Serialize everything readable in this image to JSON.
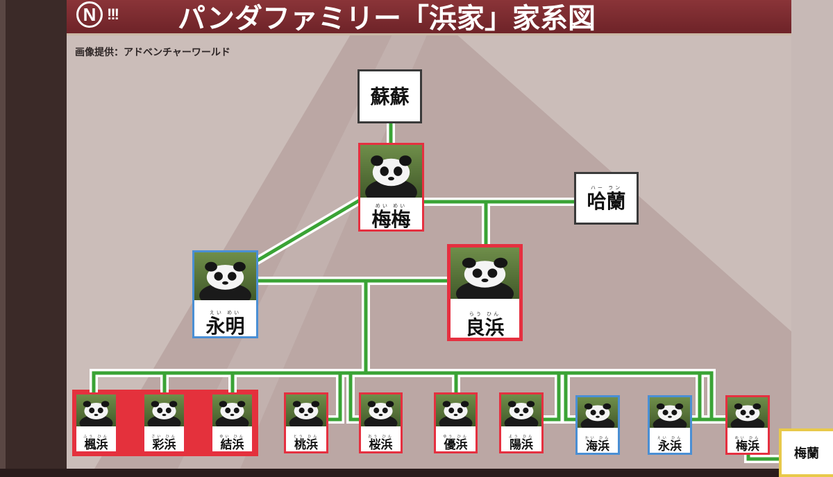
{
  "header": {
    "logo_letter": "N",
    "logo_marks": "!!!",
    "title": "パンダファミリー「浜家」家系図",
    "credit": "画像提供：アドベンチャーワールド"
  },
  "colors": {
    "title_bar": "#7a2a2f",
    "line_green": "#3aa335",
    "line_white": "#ffffff",
    "female_border": "#e53040",
    "male_border": "#4a8fd4",
    "sibling_highlight": "#e4313c",
    "partner_border": "#e8c94a"
  },
  "tree": {
    "sosu": {
      "name": "蘇蘇",
      "ruby": "",
      "style": "plain"
    },
    "meimei": {
      "name": "梅梅",
      "ruby": "めい めい",
      "style": "red",
      "photo_icon": "panda-photo"
    },
    "haran": {
      "name": "哈蘭",
      "ruby": "ハー ラン",
      "style": "plain"
    },
    "eimei": {
      "name": "永明",
      "ruby": "えい めい",
      "style": "blue",
      "photo_icon": "panda-photo"
    },
    "rauhin": {
      "name": "良浜",
      "ruby": "らう ひん",
      "style": "red",
      "photo_icon": "panda-photo"
    },
    "children": [
      {
        "name": "楓浜",
        "ruby": "ふう ひん",
        "style": "red"
      },
      {
        "name": "彩浜",
        "ruby": "さい ひん",
        "style": "red"
      },
      {
        "name": "結浜",
        "ruby": "ゆい ひん",
        "style": "red"
      },
      {
        "name": "桃浜",
        "ruby": "とう ひん",
        "style": "red"
      },
      {
        "name": "桜浜",
        "ruby": "おう ひん",
        "style": "red"
      },
      {
        "name": "優浜",
        "ruby": "ゆう ひん",
        "style": "red"
      },
      {
        "name": "陽浜",
        "ruby": "よう ひん",
        "style": "red"
      },
      {
        "name": "海浜",
        "ruby": "かい ひん",
        "style": "blue"
      },
      {
        "name": "永浜",
        "ruby": "えい ひん",
        "style": "blue"
      },
      {
        "name": "梅浜",
        "ruby": "めい ひん",
        "style": "red"
      }
    ],
    "partner": {
      "name": "梅蘭",
      "style": "yellow"
    }
  }
}
